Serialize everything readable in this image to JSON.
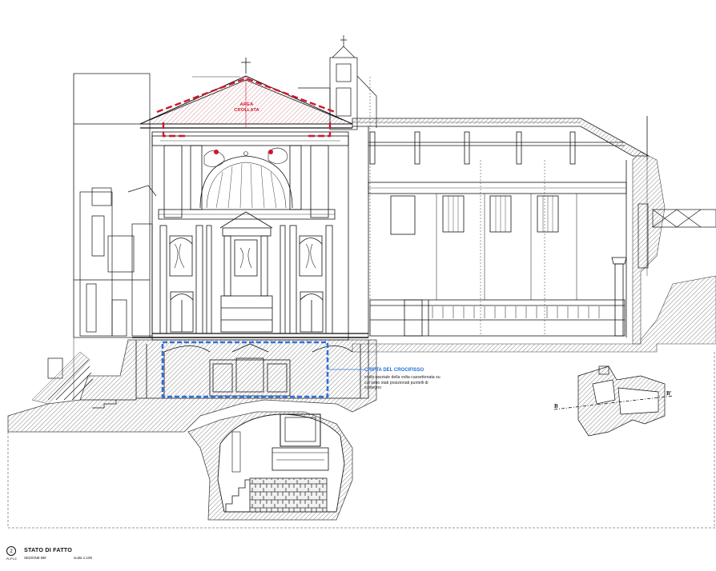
{
  "annotations": {
    "collapsed_area": {
      "line1": "AREA",
      "line2": "CROLLATA"
    },
    "crypt": {
      "title": "CRIPTA DEL CROCIFISSO",
      "note": "crollo parziale della volta cassettonata su cui sono stati posizionati puntelli di sostegno"
    },
    "keyplan": {
      "mark_left": "B",
      "mark_right": "B'"
    }
  },
  "title_block": {
    "number": "2",
    "title": "STATO DI FATTO",
    "subtitle": "SEZIONE BB'",
    "scale": "scala 1:100",
    "ref": "PL/PL/2"
  },
  "colors": {
    "collapse_red": "#d0162a",
    "crypt_blue": "#2f6fe0",
    "line": "#111111",
    "hatch": "#8a8a8a"
  }
}
